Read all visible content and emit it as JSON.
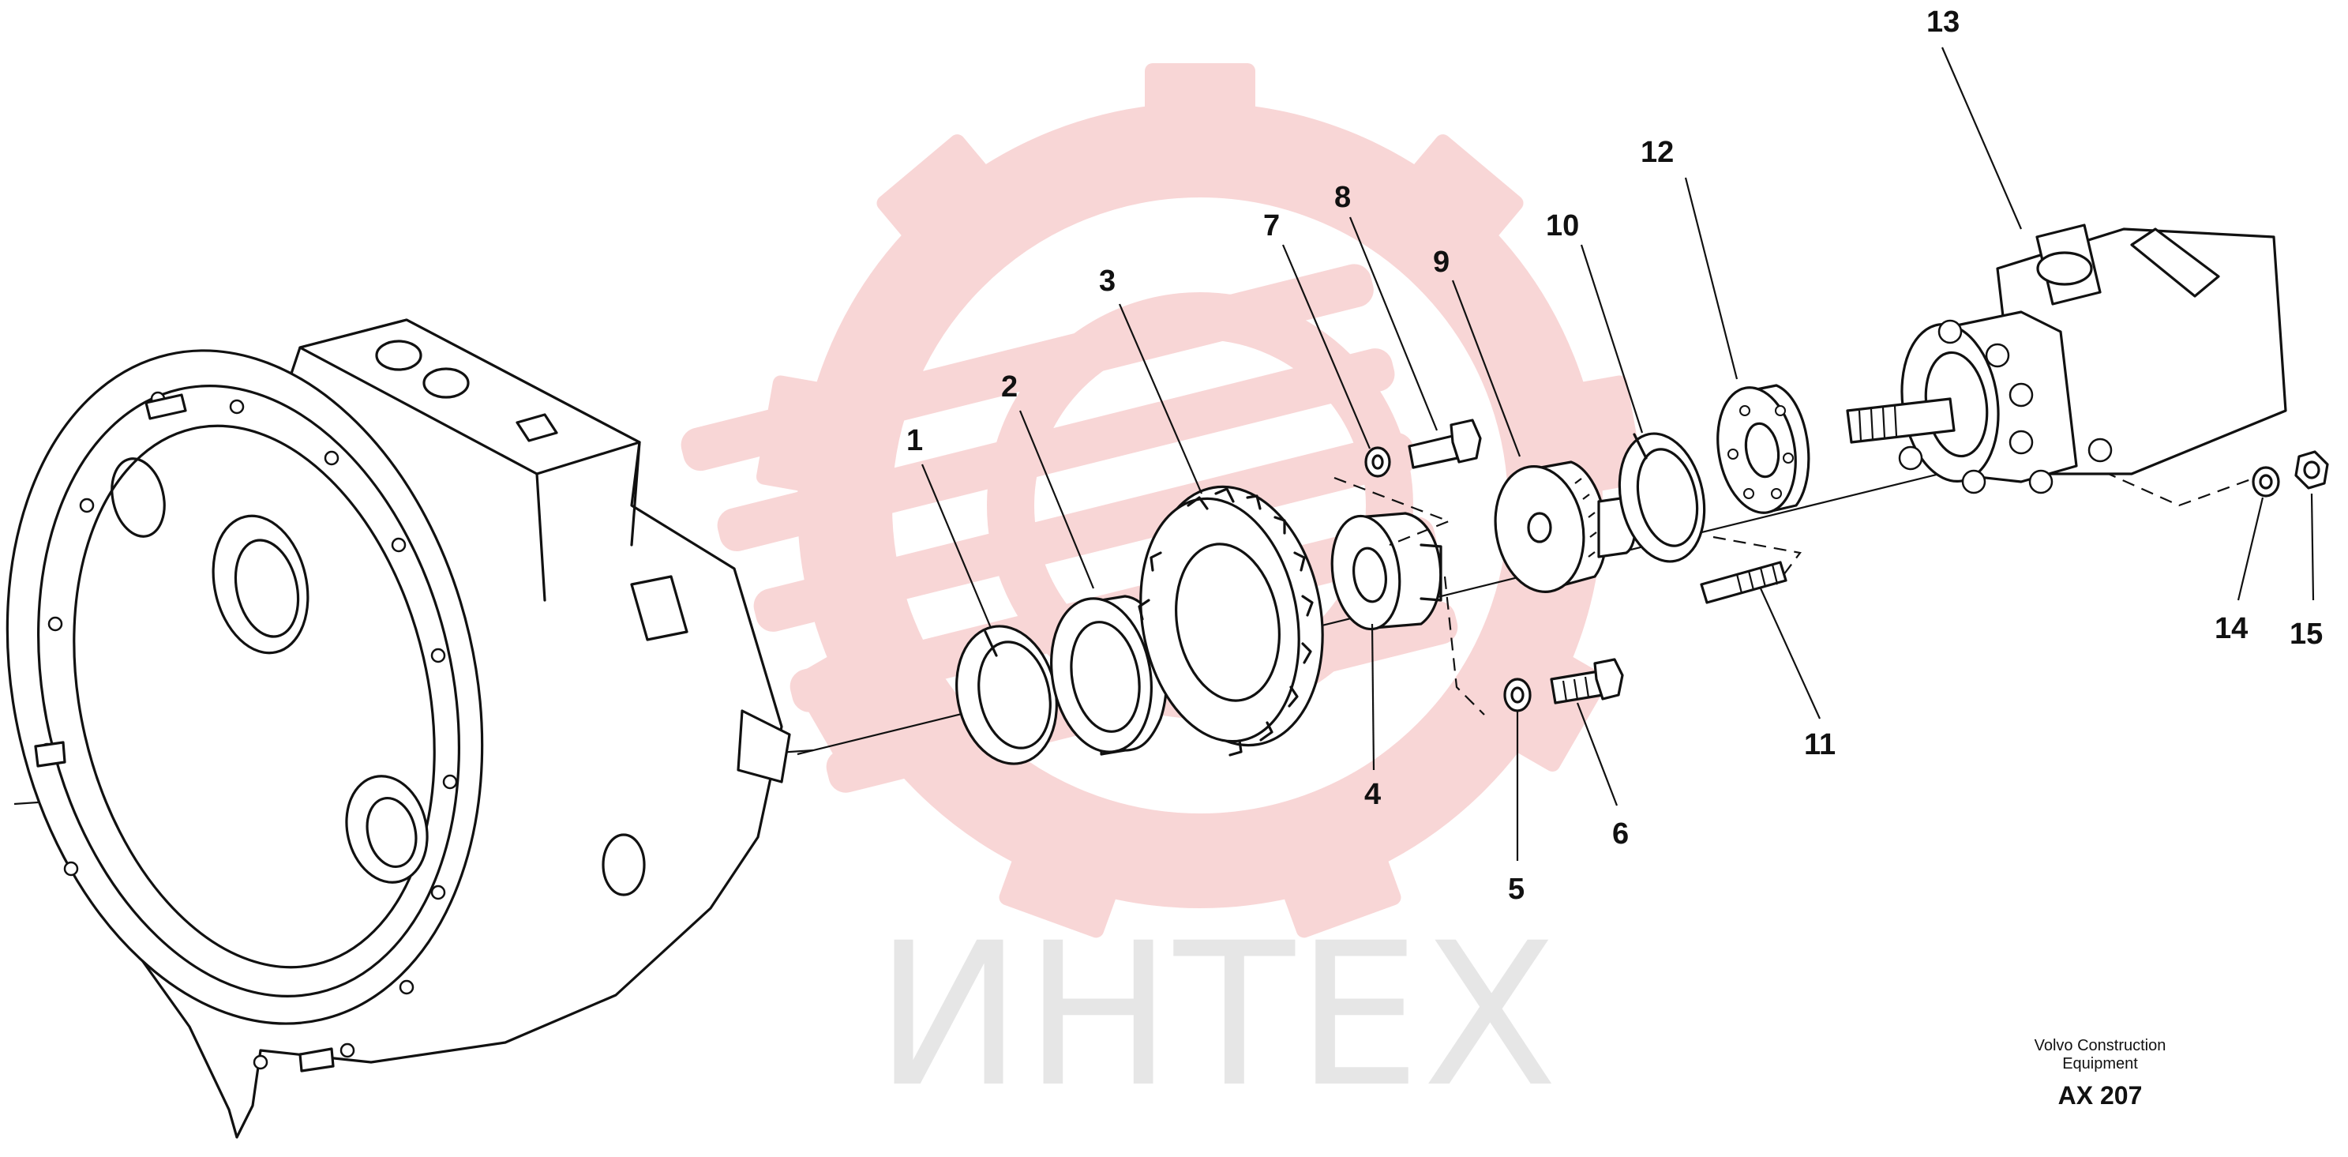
{
  "watermark": {
    "text": "ИНТЕХ",
    "color": "#f4c7c7"
  },
  "callouts": [
    {
      "id": "1",
      "label": "1"
    },
    {
      "id": "2",
      "label": "2"
    },
    {
      "id": "3",
      "label": "3"
    },
    {
      "id": "4",
      "label": "4"
    },
    {
      "id": "5",
      "label": "5"
    },
    {
      "id": "6",
      "label": "6"
    },
    {
      "id": "7",
      "label": "7"
    },
    {
      "id": "8",
      "label": "8"
    },
    {
      "id": "9",
      "label": "9"
    },
    {
      "id": "10",
      "label": "10"
    },
    {
      "id": "11",
      "label": "11"
    },
    {
      "id": "12",
      "label": "12"
    },
    {
      "id": "13",
      "label": "13"
    },
    {
      "id": "14",
      "label": "14"
    },
    {
      "id": "15",
      "label": "15"
    }
  ],
  "credit": {
    "line1": "Volvo Construction",
    "line2": "Equipment",
    "code": "AX 207"
  }
}
